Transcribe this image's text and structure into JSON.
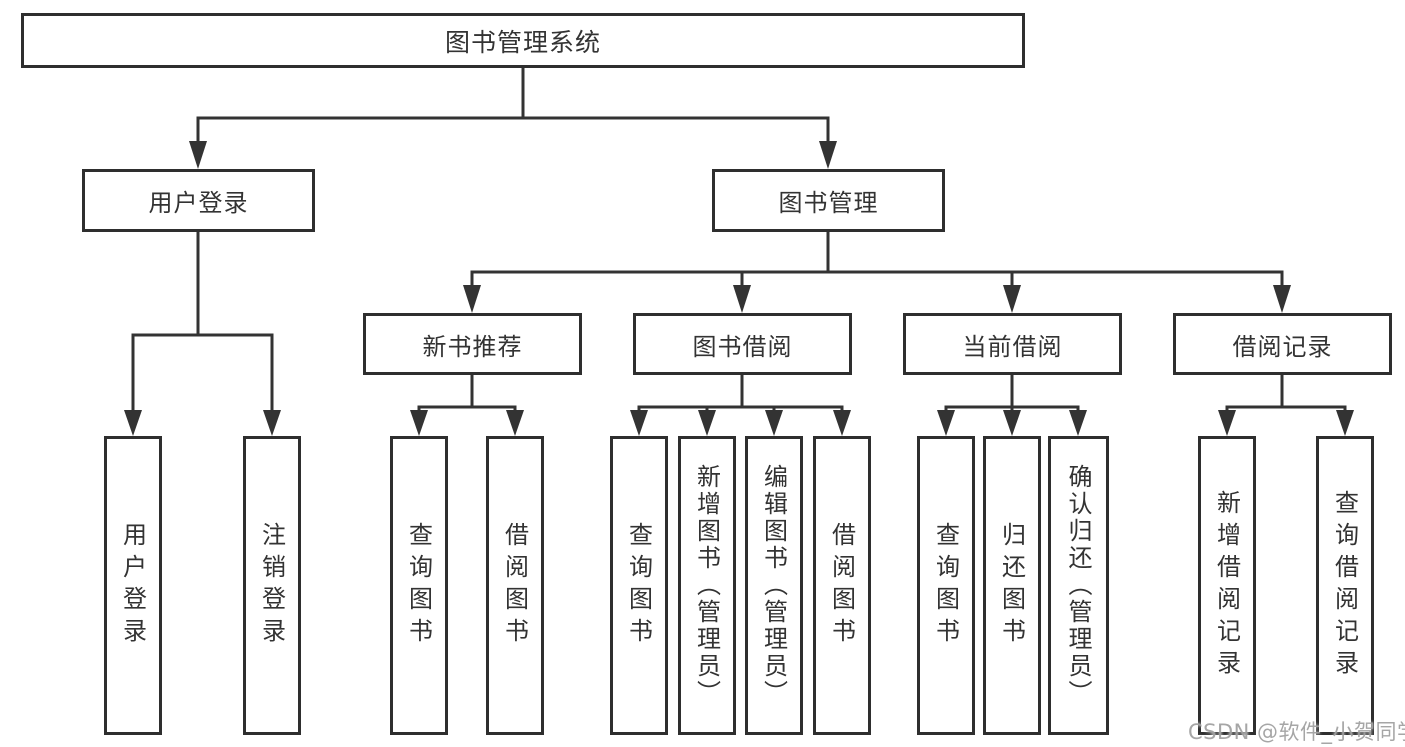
{
  "tree": {
    "root": "图书管理系统",
    "level2": {
      "user_login": "用户登录",
      "book_mgmt": "图书管理"
    },
    "user_login_children": [
      "用户登录",
      "注销登录"
    ],
    "modules": [
      "新书推荐",
      "图书借阅",
      "当前借阅",
      "借阅记录"
    ],
    "new_book_children": [
      "查询图书",
      "借阅图书"
    ],
    "borrow_children": [
      "查询图书",
      "新增图书（管理员）",
      "编辑图书（管理员）",
      "借阅图书"
    ],
    "current_children": [
      "查询图书",
      "归还图书",
      "确认归还（管理员）"
    ],
    "record_children": [
      "新增借阅记录",
      "查询借阅记录"
    ]
  },
  "watermark": "CSDN @软件_小贺同学",
  "colors": {
    "line": "#333333",
    "box_border": "#2e2e2e",
    "text": "#333333",
    "watermark": "#9e9e9e",
    "background": "#ffffff"
  }
}
